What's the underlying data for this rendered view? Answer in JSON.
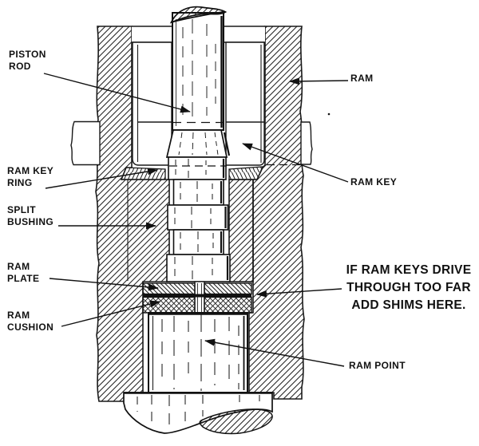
{
  "diagram": {
    "colors": {
      "ink": "#111111",
      "background": "#ffffff"
    },
    "labels": {
      "piston_rod": {
        "line1": "PISTON",
        "line2": "ROD"
      },
      "ram": {
        "line1": "RAM"
      },
      "ram_key_ring": {
        "line1": "RAM KEY",
        "line2": "RING"
      },
      "ram_key": {
        "line1": "RAM KEY"
      },
      "split_bushing": {
        "line1": "SPLIT",
        "line2": "BUSHING"
      },
      "ram_plate": {
        "line1": "RAM",
        "line2": "PLATE"
      },
      "ram_cushion": {
        "line1": "RAM",
        "line2": "CUSHION"
      },
      "ram_point": {
        "line1": "RAM POINT"
      },
      "shim_note": {
        "line1": "IF RAM KEYS DRIVE",
        "line2": "THROUGH TOO FAR",
        "line3": "ADD SHIMS HERE."
      }
    }
  }
}
